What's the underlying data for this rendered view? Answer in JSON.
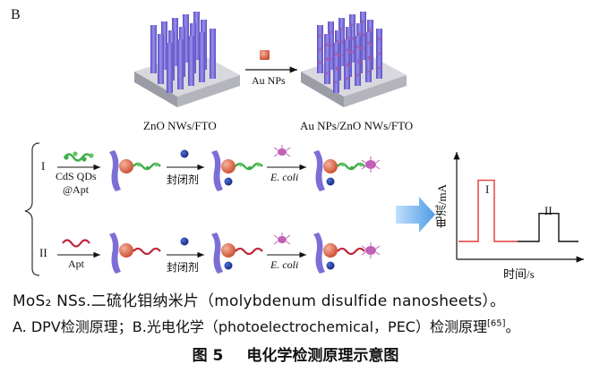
{
  "panel_letter": "B",
  "top": {
    "left_caption": "ZnO NWs/FTO",
    "arrow_label": "Au NPs",
    "right_caption": "Au NPs/ZnO NWs/FTO"
  },
  "row1": {
    "roman": "I",
    "reagent_line1": "CdS QDs",
    "reagent_line2": "@Apt",
    "blocker": "封闭剂",
    "target": "E. coli"
  },
  "row2": {
    "roman": "II",
    "reagent": "Apt",
    "blocker": "封闭剂",
    "target": "E. coli"
  },
  "graph": {
    "ylabel": "电流/mA",
    "xlabel": "时间/s",
    "peak1_label": "I",
    "peak2_label": "II",
    "peak1_color": "#e23a3a",
    "peak2_color": "#111111",
    "peak1_level": 0.72,
    "peak2_level": 0.33
  },
  "caption": {
    "line1": "MoS₂ NSs.二硫化钼纳米片（molybdenum disulfide nanosheets）。",
    "line2_main": "A. DPV检测原理；B.光电化学（photoelectrochemical，PEC）检测原理",
    "line2_ref": "[65]",
    "line2_end": "。",
    "fig_number": "图 5",
    "fig_title": "电化学检测原理示意图"
  },
  "colors": {
    "nanowire": "#7b6fd6",
    "substrate": "#b8b8c0",
    "au_np": "#e07a5f",
    "arrow_blue": "#5fa6e8",
    "dna_green": "#3fae49",
    "dna_red": "#c0283c",
    "blocker": "#1f3fa8",
    "ecoli": "#c060b8"
  }
}
